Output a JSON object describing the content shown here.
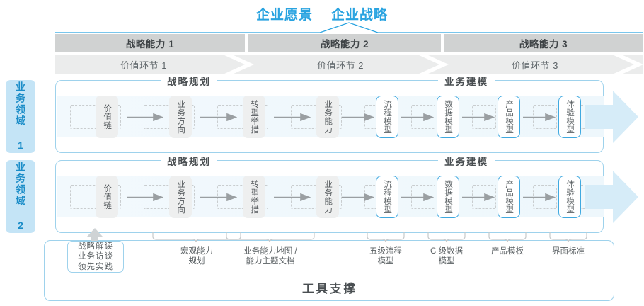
{
  "header": {
    "titles": [
      "企业愿景",
      "企业战略"
    ],
    "accent_color": "#29a3e0"
  },
  "capabilities": [
    {
      "label": "战略能力 1"
    },
    {
      "label": "战略能力 2"
    },
    {
      "label": "战略能力 3"
    }
  ],
  "value_links": [
    {
      "label": "价值环节 1"
    },
    {
      "label": "价值环节 2"
    },
    {
      "label": "价值环节 3"
    }
  ],
  "domains": [
    {
      "label": "业务领域 1"
    },
    {
      "label": "业务领域 2"
    }
  ],
  "sections": {
    "left": "战略规划",
    "right": "业务建模"
  },
  "nodes_left": [
    {
      "label": "价值链"
    },
    {
      "label": "业务方向"
    },
    {
      "label": "转型举措"
    },
    {
      "label": "业务能力"
    }
  ],
  "nodes_right": [
    {
      "label": "流程模型"
    },
    {
      "label": "数据模型"
    },
    {
      "label": "产品模型"
    },
    {
      "label": "体验模型"
    }
  ],
  "tools": {
    "title": "工具支撑",
    "first_box": [
      "战略解读",
      "业务访谈",
      "领先实践"
    ],
    "labels": [
      {
        "line1": "宏观能力",
        "line2": "规划"
      },
      {
        "line1": "业务能力地图 /",
        "line2": "能力主题文档"
      },
      {
        "line1": "五级流程",
        "line2": "模型"
      },
      {
        "line1": "C 级数据",
        "line2": "模型"
      },
      {
        "line1": "产品模板",
        "line2": ""
      },
      {
        "line1": "界面标准",
        "line2": ""
      }
    ]
  },
  "colors": {
    "accent_blue": "#29a3e0",
    "node_border_blue": "#3fa9e0",
    "bar_grey": "#d0d2d2",
    "bar_grey_light": "#ebecec",
    "tab_bg": "#c4e4f6"
  }
}
